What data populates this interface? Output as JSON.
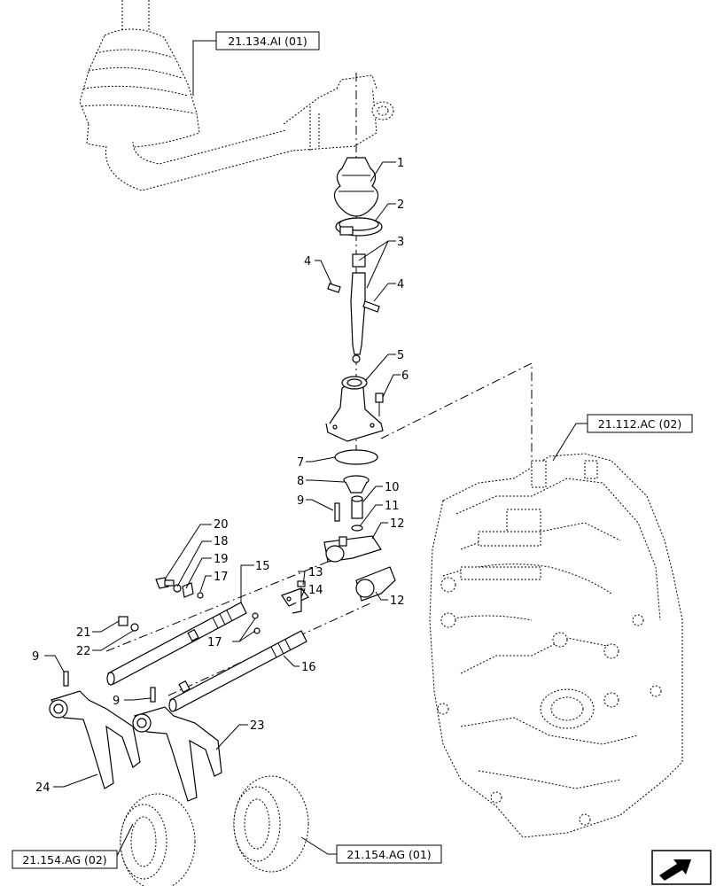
{
  "refs": {
    "lever": "21.134.AI (01)",
    "housing": "21.112.AC (02)",
    "sync_left": "21.154.AG (02)",
    "sync_right": "21.154.AG (01)"
  },
  "callouts": {
    "c1": "1",
    "c2": "2",
    "c3": "3",
    "c4a": "4",
    "c4b": "4",
    "c5": "5",
    "c6": "6",
    "c7": "7",
    "c8": "8",
    "c9a": "9",
    "c10": "10",
    "c11": "11",
    "c12a": "12",
    "c12b": "12",
    "c13": "13",
    "c14": "14",
    "c15": "15",
    "c16": "16",
    "c17a": "17",
    "c17b": "17",
    "c18": "18",
    "c19": "19",
    "c20": "20",
    "c21": "21",
    "c22": "22",
    "c9b": "9",
    "c9c": "9",
    "c23": "23",
    "c24": "24"
  },
  "nav_icon": "arrow-out-icon"
}
